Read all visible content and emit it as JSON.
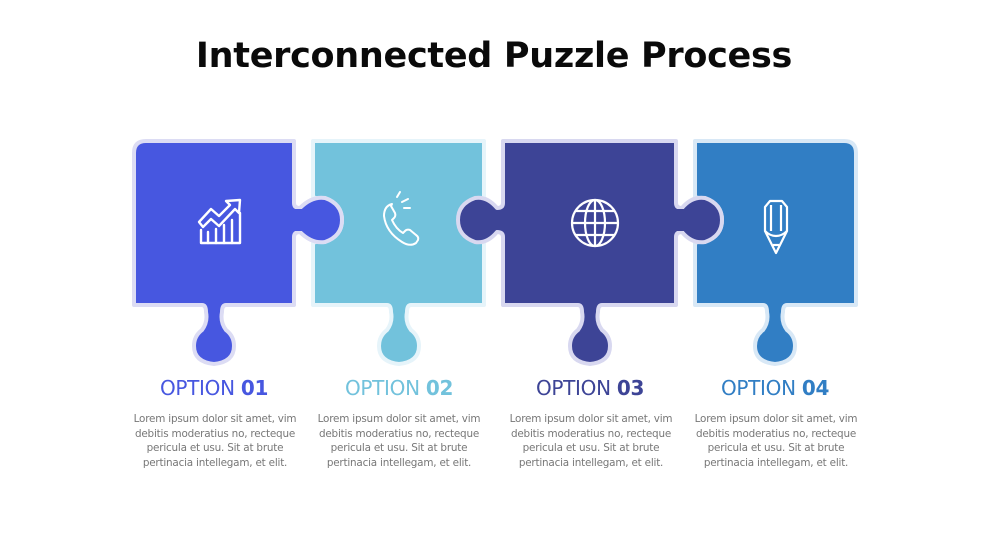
{
  "title": "Interconnected Puzzle Process",
  "colors": {
    "piece_1": "#4757e0",
    "piece_2": "#72c2dc",
    "piece_3": "#3d4496",
    "piece_4": "#317ec4",
    "outline": "#dcdcf4",
    "body_text": "#777777"
  },
  "options": [
    {
      "label_prefix": "OPTION ",
      "label_number": "01",
      "icon": "growth-chart-icon",
      "color": "#4757e0",
      "description": "Lorem ipsum dolor sit amet, vim debitis moderatius no, recteque pericula et usu. Sit at brute pertinacia intellegam, et elit."
    },
    {
      "label_prefix": "OPTION ",
      "label_number": "02",
      "icon": "phone-ringing-icon",
      "color": "#72c2dc",
      "description": "Lorem ipsum dolor sit amet, vim debitis moderatius no, recteque pericula et usu. Sit at brute pertinacia intellegam, et elit."
    },
    {
      "label_prefix": "OPTION ",
      "label_number": "03",
      "icon": "globe-icon",
      "color": "#3d4496",
      "description": "Lorem ipsum dolor sit amet, vim debitis moderatius no, recteque pericula et usu. Sit at brute pertinacia intellegam, et elit."
    },
    {
      "label_prefix": "OPTION ",
      "label_number": "04",
      "icon": "pencil-icon",
      "color": "#317ec4",
      "description": "Lorem ipsum dolor sit amet, vim debitis moderatius no, recteque pericula et usu. Sit at brute pertinacia intellegam, et elit."
    }
  ]
}
